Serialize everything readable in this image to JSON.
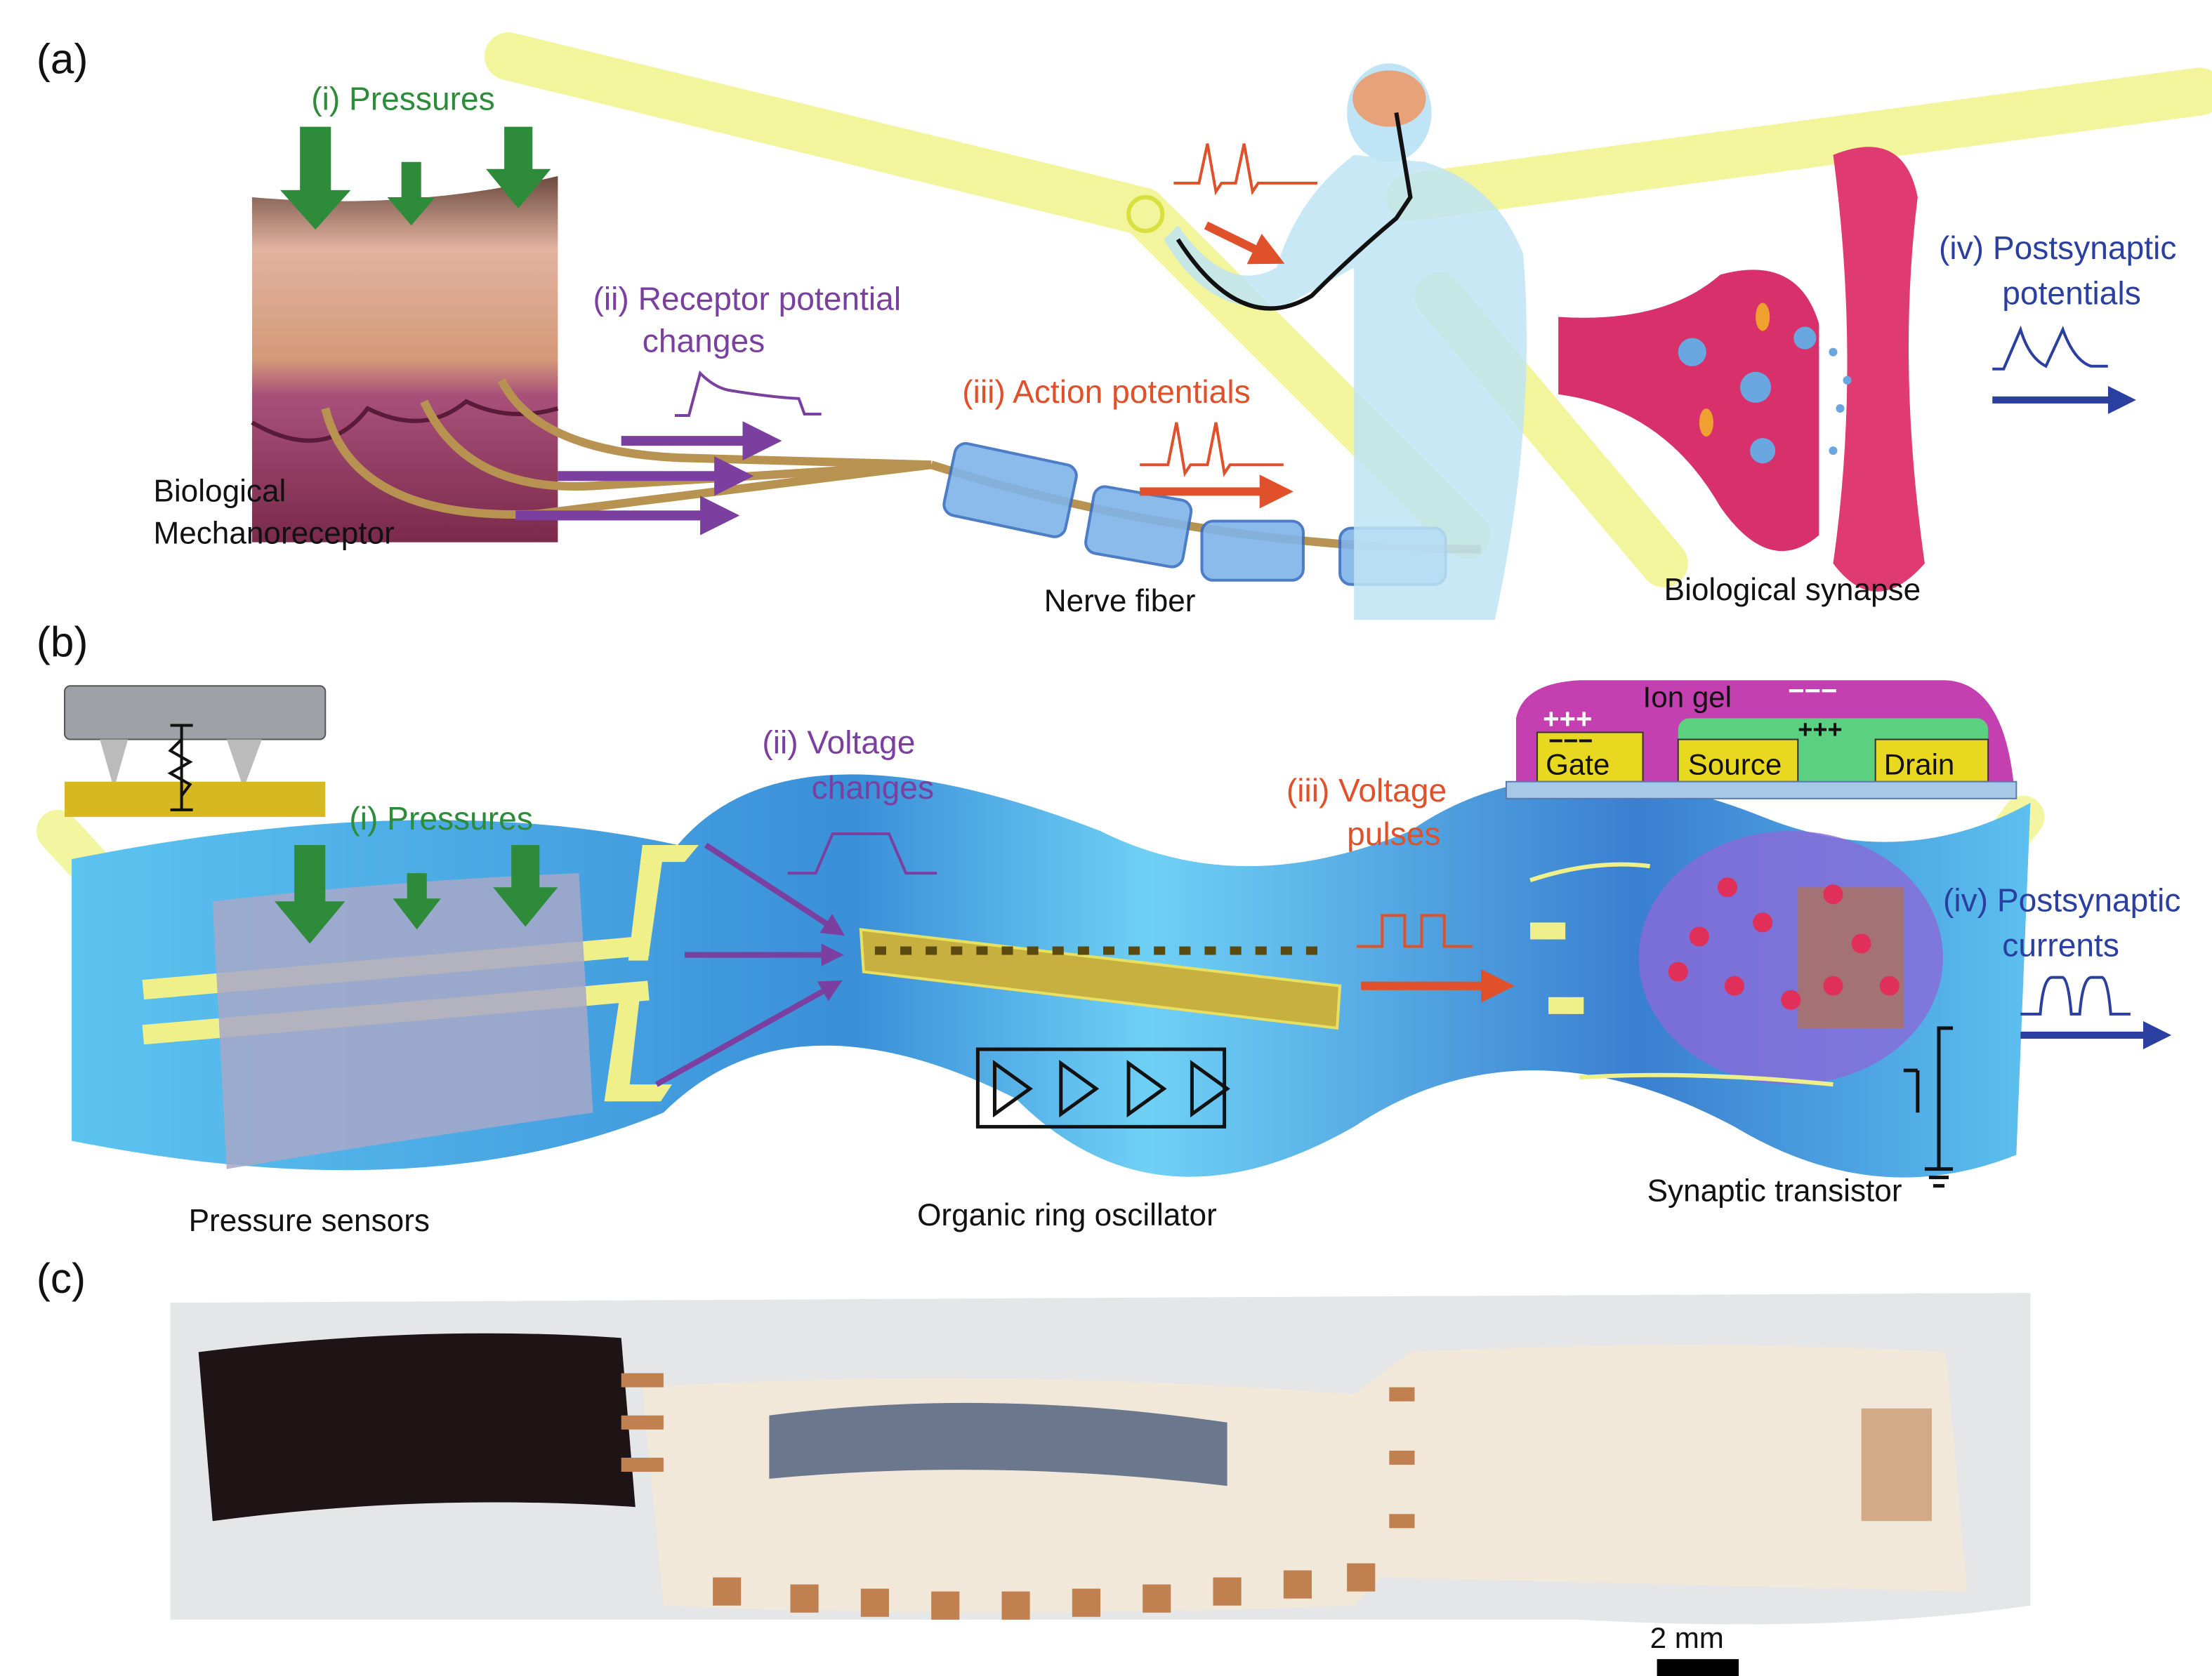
{
  "panel_a": {
    "label": "(a)",
    "pressures": "(i) Pressures",
    "receptor_line1": "(ii) Receptor potential",
    "receptor_line2": "changes",
    "action_potentials": "(iii) Action potentials",
    "postsynaptic_line1": "(iv) Postsynaptic",
    "postsynaptic_line2": "potentials",
    "mechanoreceptor_line1": "Biological",
    "mechanoreceptor_line2": "Mechanoreceptor",
    "nerve_fiber": "Nerve fiber",
    "synapse": "Biological synapse"
  },
  "panel_b": {
    "label": "(b)",
    "pressures": "(i) Pressures",
    "voltage_changes_line1": "(ii) Voltage",
    "voltage_changes_line2": "changes",
    "voltage_pulses_line1": "(iii) Voltage",
    "voltage_pulses_line2": "pulses",
    "postsynaptic_line1": "(iv) Postsynaptic",
    "postsynaptic_line2": "currents",
    "ion_gel": "Ion gel",
    "gate": "Gate",
    "source": "Source",
    "drain": "Drain",
    "plus3": "+++",
    "minus3": "−−−",
    "pressure_sensors": "Pressure sensors",
    "ring_oscillator": "Organic ring oscillator",
    "synaptic_transistor": "Synaptic transistor"
  },
  "panel_c": {
    "label": "(c)",
    "scale_bar": "2 mm"
  },
  "colors": {
    "green": "#2e8b3a",
    "purple": "#7b3fa0",
    "orange": "#e0502a",
    "blue": "#2a3fa0",
    "substrate": "#4fb6e8",
    "beam": "#eef27a"
  }
}
